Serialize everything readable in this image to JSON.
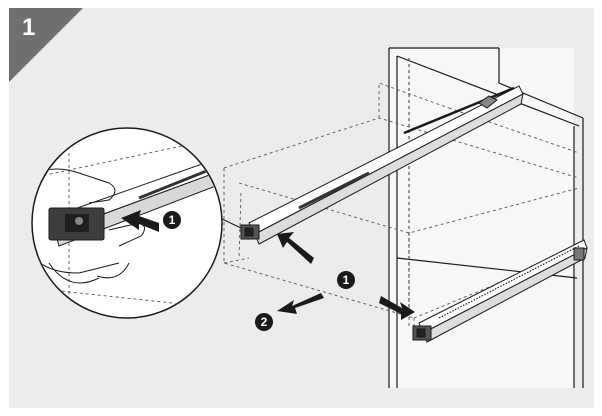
{
  "step": {
    "number": "1"
  },
  "callouts": {
    "detail_release": "1",
    "main_release": "1",
    "pull_out": "2"
  },
  "colors": {
    "frame_bg": "#ececec",
    "badge": "#6f6f6f",
    "ink": "#1a1a1a",
    "dashed": "#555555"
  },
  "icons": {
    "push_arrow": "bold-arrow-icon",
    "pull_arrow": "bold-arrow-icon",
    "callout": "numbered-circle-icon"
  }
}
